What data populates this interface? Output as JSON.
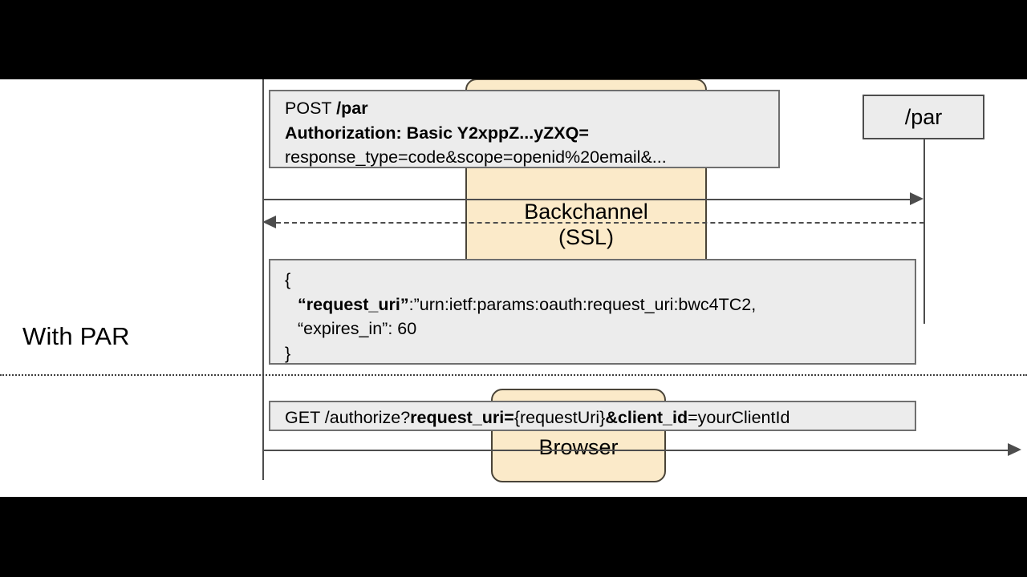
{
  "slide": {
    "section_title": "With PAR"
  },
  "diagram": {
    "type": "sequence-diagram",
    "lanes": [
      {
        "id": "backchannel",
        "label": "Backchannel\n(SSL)",
        "line1": "Backchannel",
        "line2": "(SSL)",
        "fill": "#fbeac9",
        "stroke": "#4a4438"
      },
      {
        "id": "browser",
        "label": "Browser",
        "fill": "#fbeac9",
        "stroke": "#4a4438"
      }
    ],
    "nodes": [
      {
        "id": "par-endpoint",
        "label": "/par",
        "fill": "#ececec",
        "stroke": "#4d4d4d"
      }
    ],
    "messages": [
      {
        "id": "post-par-request",
        "kind": "request",
        "lines": [
          {
            "segments": [
              {
                "text": "POST ",
                "bold": false
              },
              {
                "text": "/par",
                "bold": true
              }
            ]
          },
          {
            "segments": [
              {
                "text": "Authorization: Basic Y2xppZ...yZXQ=",
                "bold": true
              }
            ]
          },
          {
            "segments": [
              {
                "text": "response_type=code&scope=openid%20email&...",
                "bold": false
              }
            ]
          }
        ],
        "plain_text": "POST /par\nAuthorization: Basic Y2xpZ...yZXQ=\nresponse_type=code&scope=openid%20email&..."
      },
      {
        "id": "par-json-response",
        "kind": "response",
        "lines": [
          {
            "segments": [
              {
                "text": "{",
                "bold": false
              }
            ],
            "indent": false
          },
          {
            "segments": [
              {
                "text": "“request_uri”",
                "bold": true
              },
              {
                "text": ":”urn:ietf:params:oauth:request_uri:bwc4TC2,",
                "bold": false
              }
            ],
            "indent": true
          },
          {
            "segments": [
              {
                "text": "“expires_in”: 60",
                "bold": false
              }
            ],
            "indent": true
          },
          {
            "segments": [
              {
                "text": "}",
                "bold": false
              }
            ],
            "indent": false
          }
        ],
        "plain_text": "{ “request_uri”:”urn:ietf:params:oauth:request_uri:bwc4TC2, “expires_in”: 60 }"
      },
      {
        "id": "get-authorize-request",
        "kind": "request",
        "lines": [
          {
            "segments": [
              {
                "text": "GET /authorize?",
                "bold": false
              },
              {
                "text": "request_uri=",
                "bold": true
              },
              {
                "text": "{requestUri}",
                "bold": false
              },
              {
                "text": "&client_id",
                "bold": true
              },
              {
                "text": "=yourClientId",
                "bold": false
              }
            ]
          }
        ],
        "plain_text": "GET /authorize?request_uri={requestUri}&client_id=yourClientId"
      }
    ],
    "arrows": [
      {
        "id": "arrow-par-request",
        "style": "solid",
        "direction": "right",
        "from": "client-lifeline",
        "to": "par-endpoint"
      },
      {
        "id": "arrow-par-response",
        "style": "dashed",
        "direction": "left",
        "from": "par-endpoint",
        "to": "client-lifeline"
      },
      {
        "id": "arrow-authorize",
        "style": "solid",
        "direction": "right",
        "from": "client-lifeline",
        "to": "offscreen-right"
      }
    ],
    "divider": {
      "id": "phase-divider",
      "style": "dotted"
    },
    "colors": {
      "lane_fill": "#fbeac9",
      "lane_stroke": "#4a4438",
      "note_fill": "#ececec",
      "note_stroke": "#6f6f6f",
      "line": "#4d4d4d",
      "canvas": "#ffffff",
      "letterbox": "#000000"
    }
  }
}
